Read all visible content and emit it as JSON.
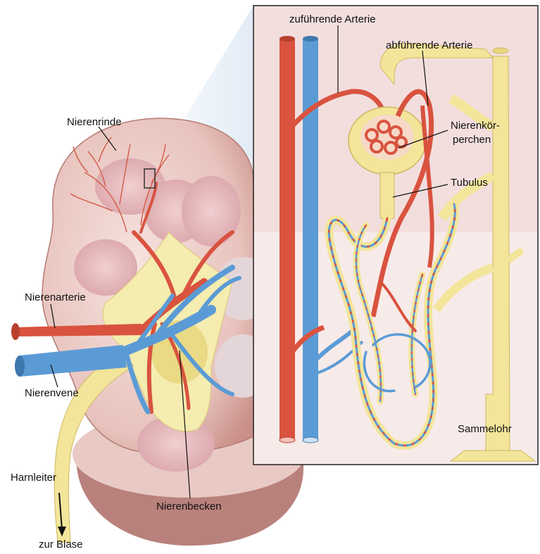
{
  "labels": {
    "nierenrinde": "Nierenrinde",
    "nierenarterie": "Nierenarterie",
    "nierenvene": "Nierenvene",
    "harnleiter": "Harnleiter",
    "zur_blase": "zur Blase",
    "nierenbecken": "Nierenbecken",
    "zufuehrende_arterie": "zuführende Arterie",
    "abfuehrende_arterie": "abführende Arterie",
    "nierenkoerperchen_1": "Nierenkör-",
    "nierenkoerperchen_2": "perchen",
    "tubulus": "Tubulus",
    "sammelrohr": "Sammelohr"
  },
  "colors": {
    "artery": "#d9533f",
    "vein": "#5b9bd5",
    "urine": "#f3e59a",
    "kidney": "#e9c7c2",
    "inset_bg": "#f3dede"
  }
}
